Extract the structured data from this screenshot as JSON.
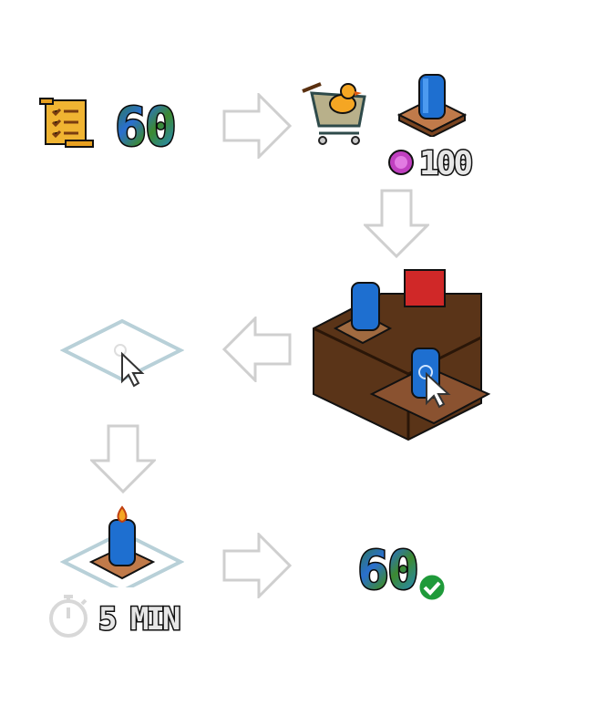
{
  "step1": {
    "icon": "quest-scroll-icon",
    "amount": "60"
  },
  "step2": {
    "icon": "shopping-cart-icon",
    "item": "blue-candle-icon",
    "price": "100",
    "currency_icon": "diamond-coin-icon"
  },
  "step3": {
    "icon": "shelf-furniture-icon",
    "action": "cursor-click"
  },
  "step4": {
    "icon": "floor-tile-place-icon"
  },
  "step5": {
    "icon": "lit-candle-icon",
    "timer_icon": "stopwatch-icon",
    "duration": "5 MIN"
  },
  "step6": {
    "amount": "60",
    "icon": "check-icon"
  },
  "colors": {
    "arrow": "#cfcfcf",
    "check": "#1f9a3a",
    "coin": "#c040c0"
  }
}
